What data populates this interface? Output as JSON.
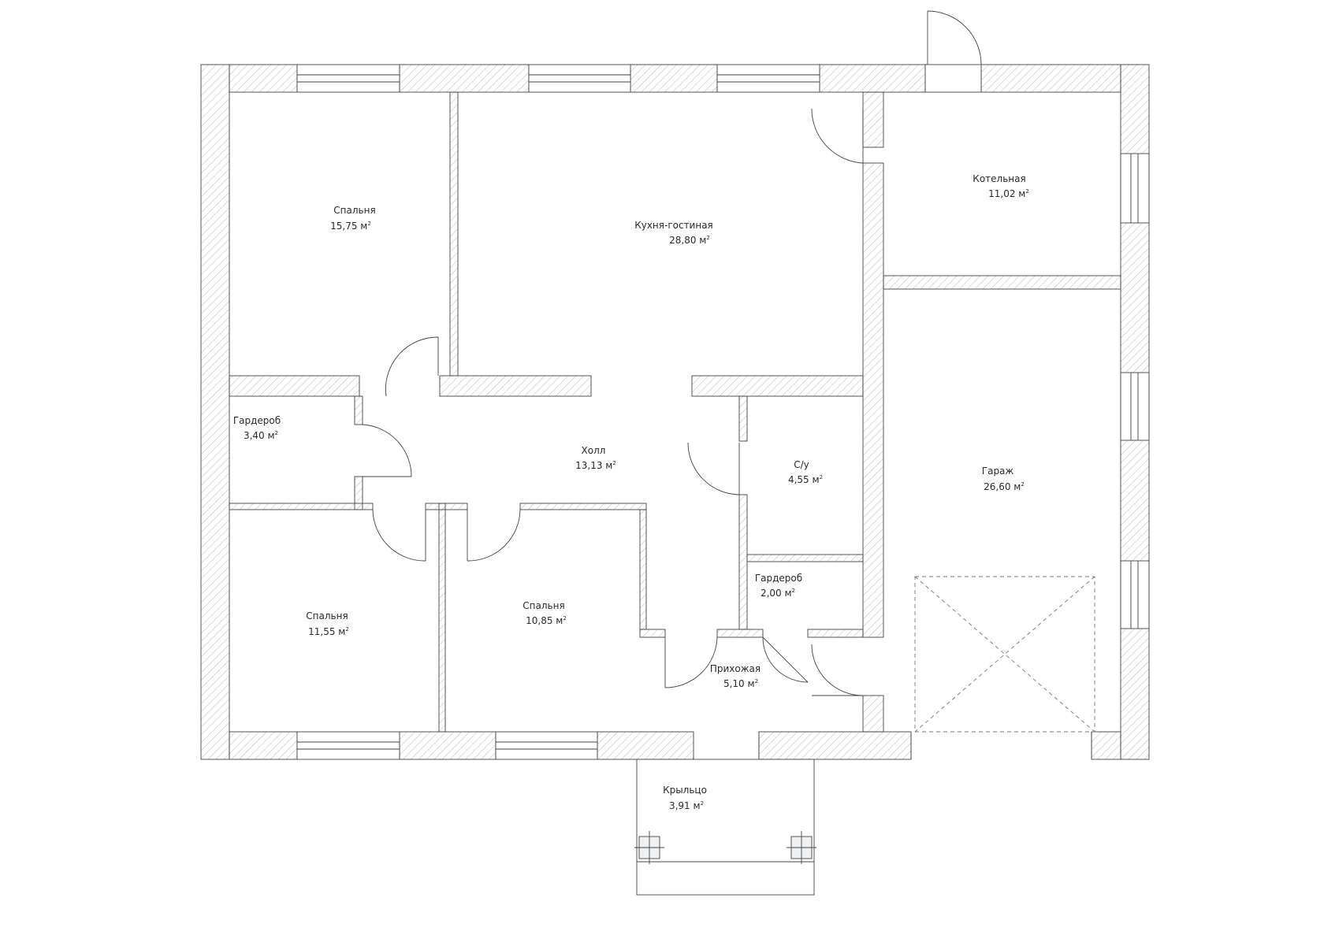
{
  "title": "",
  "rooms": [
    {
      "id": "bedroom-1",
      "name": "Спальня",
      "area": "15,75 м",
      "unit_sup": "2"
    },
    {
      "id": "kitchen-living",
      "name": "Кухня-гостиная",
      "area": "28,80 м",
      "unit_sup": "2"
    },
    {
      "id": "boiler",
      "name": "Котельная",
      "area": "11,02 м",
      "unit_sup": "2"
    },
    {
      "id": "wardrobe-1",
      "name": "Гардероб",
      "area": "3,40 м",
      "unit_sup": "2"
    },
    {
      "id": "hall",
      "name": "Холл",
      "area": "13,13 м",
      "unit_sup": "2"
    },
    {
      "id": "bathroom",
      "name": "С/у",
      "area": "4,55 м",
      "unit_sup": "2"
    },
    {
      "id": "garage",
      "name": "Гараж",
      "area": "26,60 м",
      "unit_sup": "2"
    },
    {
      "id": "wardrobe-2",
      "name": "Гардероб",
      "area": "2,00 м",
      "unit_sup": "2"
    },
    {
      "id": "bedroom-2",
      "name": "Спальня",
      "area": "11,55 м",
      "unit_sup": "2"
    },
    {
      "id": "bedroom-3",
      "name": "Спальня",
      "area": "10,85 м",
      "unit_sup": "2"
    },
    {
      "id": "entrance",
      "name": "Прихожая",
      "area": "5,10 м",
      "unit_sup": "2"
    },
    {
      "id": "porch",
      "name": "Крыльцо",
      "area": "3,91 м",
      "unit_sup": "2"
    }
  ],
  "colors": {
    "wall_line": "#444444",
    "hatch": "#9a9a9a",
    "text": "#2a2a2a",
    "garage_dash": "#666666"
  }
}
